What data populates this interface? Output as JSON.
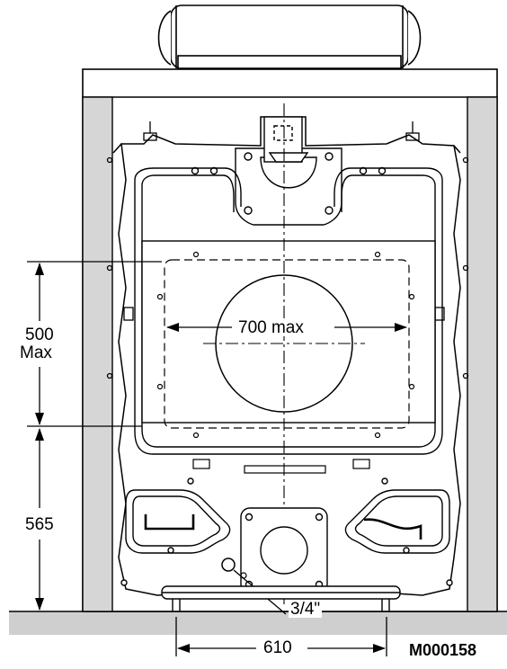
{
  "dimensions": {
    "height_upper_line1": "500",
    "height_upper_line2": "Max",
    "height_lower": "565",
    "opening_width": "700 max",
    "base_width": "610",
    "pipe_size": "3/4\""
  },
  "drawing_code": "M000158",
  "colors": {
    "line": "#000000",
    "wall": "#d6d6d6",
    "floor": "#cfcfcf",
    "background": "#ffffff"
  }
}
